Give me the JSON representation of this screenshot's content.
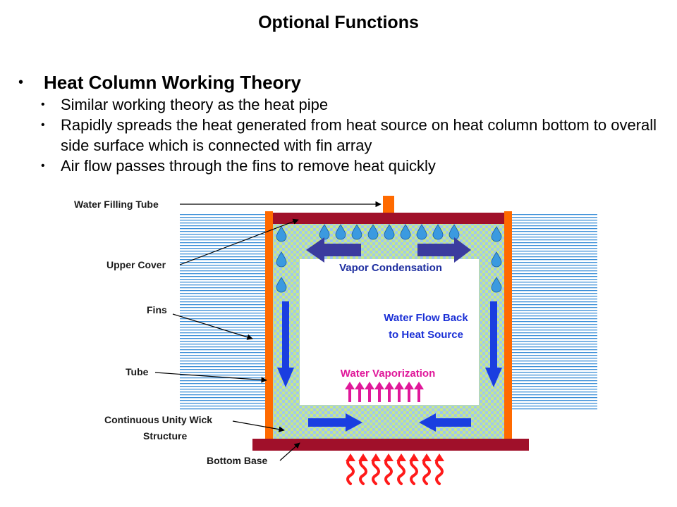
{
  "title": "Optional Functions",
  "bullet_main": "Heat Column Working Theory",
  "bullets_sub": [
    "Similar working theory as the heat pipe",
    "Rapidly spreads the heat generated from heat source on heat column bottom to overall side surface which is connected with fin array",
    "Air flow passes through the fins to remove heat quickly"
  ],
  "diagram": {
    "callouts": {
      "water_filling_tube": "Water Filling Tube",
      "upper_cover": "Upper Cover",
      "fins": "Fins",
      "tube": "Tube",
      "wick_line1": "Continuous Unity Wick",
      "wick_line2": "Structure",
      "bottom_base": "Bottom Base"
    },
    "inner_labels": {
      "vapor_condensation": "Vapor Condensation",
      "water_flow_back_line1": "Water Flow Back",
      "water_flow_back_line2": "to Heat Source",
      "water_vaporization": "Water Vaporization"
    },
    "colors": {
      "fins": "#3b8fd8",
      "tube": "#ff6a00",
      "cover": "#a0102a",
      "wick_green": "#c8e88a",
      "wick_blue": "#9fc7ee",
      "flow_arrow": "#1a3ee0",
      "condensation_arrow": "#3b3c9e",
      "vapor_label": "#1f2fa0",
      "flow_label": "#1a2fd6",
      "vaporization": "#e0189a",
      "heat_arrow": "#ff1a1a",
      "droplet": "#3b9ae0"
    }
  }
}
